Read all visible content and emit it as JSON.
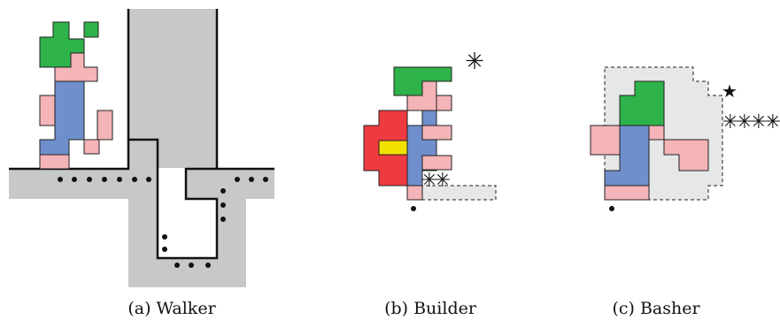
{
  "colors": {
    "terrain": "#c7c8ca",
    "terrain_light": "#e6e7e8",
    "hair": "#2db34a",
    "skin": "#f4b4b8",
    "body": "#6f8fcc",
    "builder_arm": "#ee3b40",
    "builder_brick": "#f2e100",
    "outline": "#231f20"
  },
  "panels": [
    {
      "id": "a",
      "caption": "(a) Walker",
      "scene": "walker",
      "terrain": "pit and wall cross-section",
      "markers": "walker path dots"
    },
    {
      "id": "b",
      "caption": "(b) Builder",
      "scene": "builder",
      "markers": "asterisk count 1 (up) + 2 (on bridge)"
    },
    {
      "id": "c",
      "caption": "(c) Basher",
      "scene": "basher",
      "markers": "star + 4 asterisks"
    }
  ]
}
